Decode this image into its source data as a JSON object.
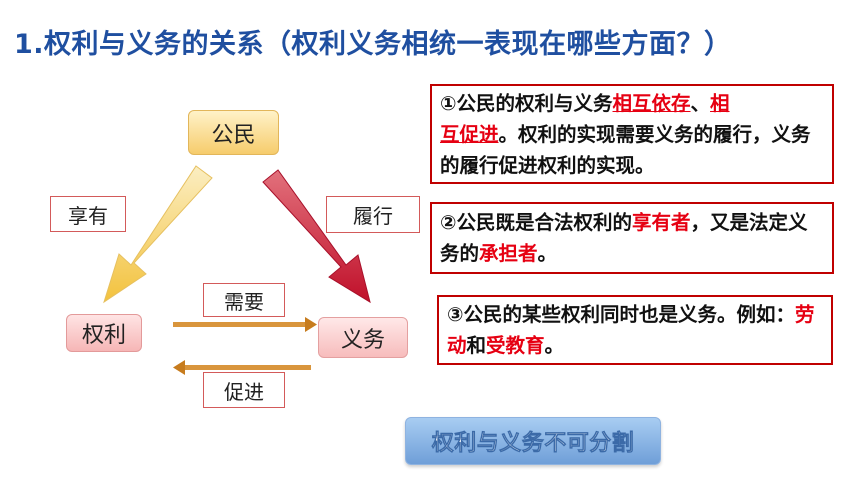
{
  "title": "1.权利与义务的关系（权利义务相统一表现在哪些方面？）",
  "diagram": {
    "citizen": "公民",
    "rights": "权利",
    "duty": "义务",
    "enjoy": "享有",
    "perform": "履行",
    "need": "需要",
    "promote": "促进"
  },
  "box1": {
    "p1": "①公民的权利与义务",
    "r1": "相互依存",
    "p2": "、",
    "r2a": "相",
    "r2b": "互促进",
    "p3": "。权利的实现需要义务的履行，义务的履行促进权利的实现。"
  },
  "box2": {
    "p1": "②公民既是合法权利的",
    "r1": "享有者",
    "p2": "，又是法定义务的",
    "r2": "承担者",
    "p3": "。"
  },
  "box3": {
    "p1": "③公民的某些权利同时也是义务。例如：",
    "r1": "劳动",
    "p2": "和",
    "r2": "受教育",
    "p3": "。"
  },
  "summary": "权利与义务不可分割",
  "colors": {
    "title": "#1f4fa0",
    "emphasis": "#e60012",
    "box_border": "#c00000"
  }
}
